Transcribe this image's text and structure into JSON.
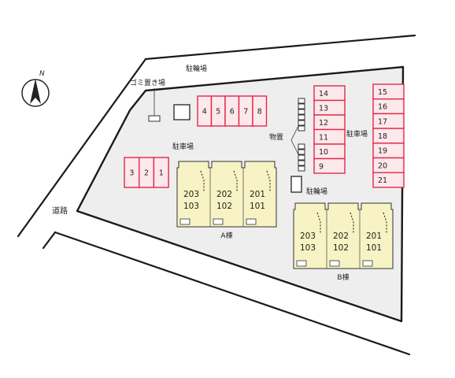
{
  "colors": {
    "background": "#ffffff",
    "lot_fill": "#eeeeee",
    "road_line": "#1a1a1a",
    "space_stroke": "#e0284a",
    "space_fill": "#fde8ec",
    "building_fill": "#f7f3c4",
    "text": "#222222"
  },
  "compass": {
    "north_label": "N"
  },
  "labels": {
    "road": "道路",
    "bike_parking_top": "駐輪場",
    "garbage": "ゴミ置き場",
    "parking_center": "駐車場",
    "parking_right": "駐車場",
    "storage": "物置",
    "bike_parking_right": "駐輪場"
  },
  "parking_spaces": {
    "top_row": [
      "4",
      "5",
      "6",
      "7",
      "8"
    ],
    "left_row": [
      "3",
      "2",
      "1"
    ],
    "mid_column": [
      "14",
      "13",
      "12",
      "11",
      "10",
      "9"
    ],
    "right_column": [
      "15",
      "16",
      "17",
      "18",
      "19",
      "20",
      "21"
    ]
  },
  "buildings": [
    {
      "name": "A棟",
      "units": [
        {
          "upper": "203",
          "lower": "103"
        },
        {
          "upper": "202",
          "lower": "102"
        },
        {
          "upper": "201",
          "lower": "101"
        }
      ]
    },
    {
      "name": "B棟",
      "units": [
        {
          "upper": "203",
          "lower": "103"
        },
        {
          "upper": "202",
          "lower": "102"
        },
        {
          "upper": "201",
          "lower": "101"
        }
      ]
    }
  ]
}
